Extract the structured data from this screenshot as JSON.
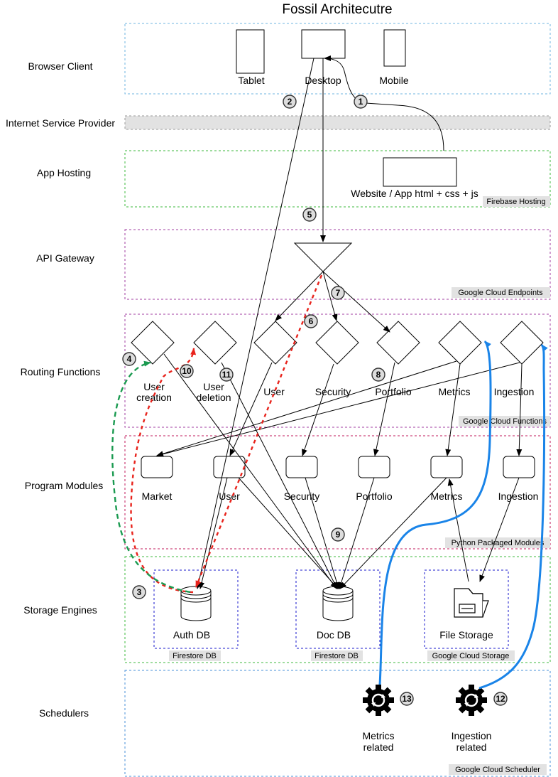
{
  "title": "Fossil Architecutre",
  "lanes": [
    {
      "label": "Browser Client",
      "tag": "",
      "border": "#6fb6e0"
    },
    {
      "label": "Internet Service Provider",
      "tag": "",
      "border": "#999999"
    },
    {
      "label": "App Hosting",
      "tag": "Firebase Hosting",
      "border": "#3db83d"
    },
    {
      "label": "API Gateway",
      "tag": "Google Cloud Endpoints",
      "border": "#a13da1"
    },
    {
      "label": "Routing Functions",
      "tag": "Google Cloud Functions",
      "border": "#a13da1"
    },
    {
      "label": "Program Modules",
      "tag": "Python Packaged Modules",
      "border": "#c2185b"
    },
    {
      "label": "Storage Engines",
      "tag": "",
      "border": "#3db83d"
    },
    {
      "label": "Schedulers",
      "tag": "Google Cloud Scheduler",
      "border": "#4a90d9"
    }
  ],
  "clients": [
    "Tablet",
    "Desktop",
    "Mobile"
  ],
  "hosting": {
    "label": "Website / App html + css + js"
  },
  "routing": [
    "User\ncreation",
    "User\ndeletion",
    "User",
    "Security",
    "Portfolio",
    "Metrics",
    "Ingestion"
  ],
  "modules": [
    "Market",
    "User",
    "Security",
    "Portfolio",
    "Metrics",
    "Ingestion"
  ],
  "storage": [
    {
      "label": "Auth DB",
      "tag": "Firestore DB"
    },
    {
      "label": "Doc DB",
      "tag": "Firestore DB"
    },
    {
      "label": "File Storage",
      "tag": "Google Cloud Storage"
    }
  ],
  "schedulers": [
    "Metrics\nrelated",
    "Ingestion\nrelated"
  ],
  "badges": [
    "1",
    "2",
    "3",
    "4",
    "5",
    "6",
    "7",
    "8",
    "9",
    "10",
    "11",
    "12",
    "13"
  ],
  "colors": {
    "red": "#e8231c",
    "green": "#1a9a50",
    "blue": "#1a84e8",
    "isp_fill": "#e2e2e2",
    "badge_fill": "#dddddd"
  }
}
